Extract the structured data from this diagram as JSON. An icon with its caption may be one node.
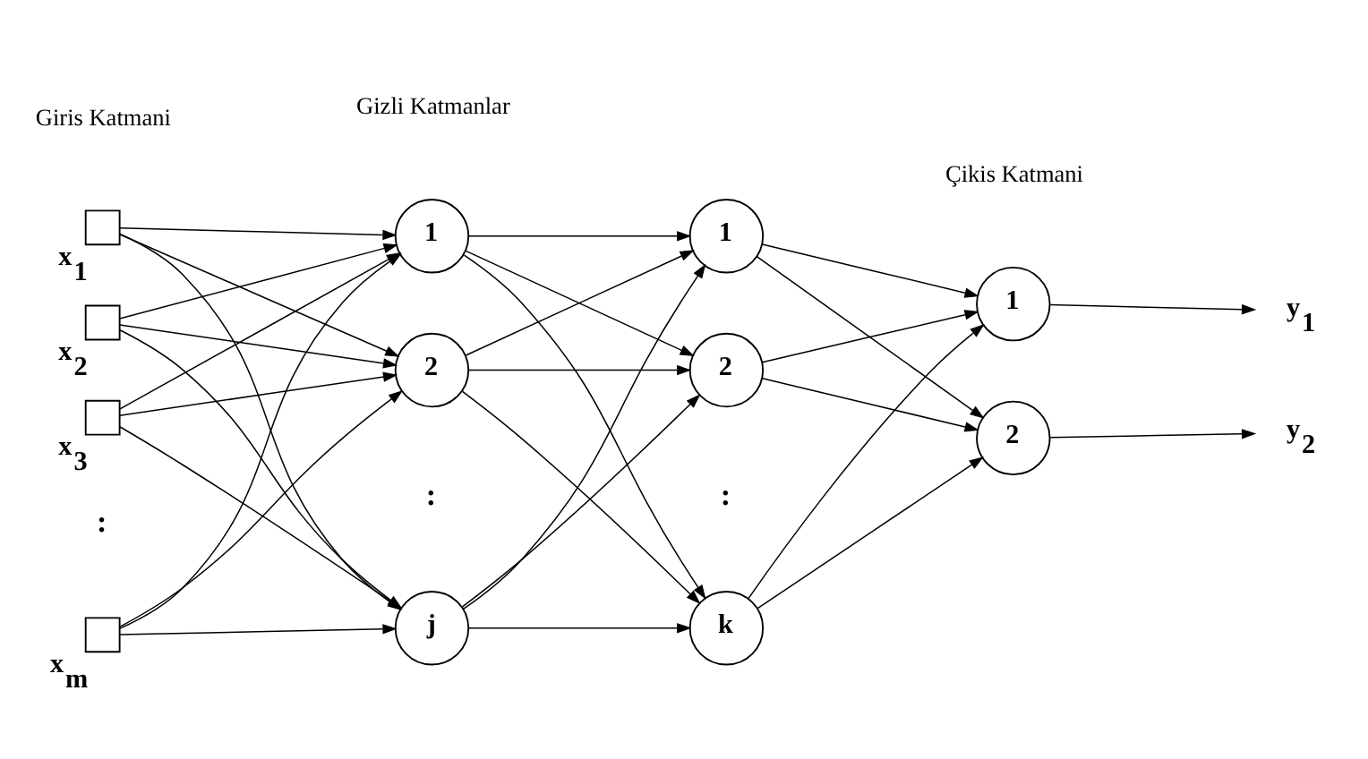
{
  "diagram": {
    "nodes": [
      {
        "text": [],
        "shape": "box",
        "beside": [
          "x$_{1}$"
        ]
      },
      {
        "text": [],
        "shape": "box",
        "beside": [
          "x$_{2}$"
        ]
      },
      {
        "text": [],
        "shape": "box",
        "beside": [
          "x$_{3}$"
        ]
      },
      {
        "text": [],
        "shape": "box",
        "beside": [
          "x$_{m}$"
        ]
      },
      {
        "text": [
          "1"
        ]
      },
      {
        "text": [
          "2"
        ]
      },
      {
        "text": [
          "j"
        ]
      },
      {
        "text": [
          "1"
        ]
      },
      {
        "text": [
          "2"
        ]
      },
      {
        "text": [
          "k"
        ]
      },
      {
        "text": [
          "1"
        ]
      },
      {
        "text": [
          "2"
        ]
      },
      {
        "text": [
          "y$_{1}$"
        ]
      },
      {
        "text": [
          "y$_{2}$"
        ]
      }
    ],
    "edges": [
      {
        "from": 0,
        "to": 4,
        "arrow": "to"
      },
      {
        "from": 0,
        "to": 5,
        "arrow": "to"
      },
      {
        "from": 0,
        "to": 6,
        "arrow": "to"
      },
      {
        "from": 1,
        "to": 4,
        "arrow": "to"
      },
      {
        "from": 1,
        "to": 5,
        "arrow": "to"
      },
      {
        "from": 1,
        "to": 6,
        "arrow": "to"
      },
      {
        "from": 2,
        "to": 4,
        "arrow": "to"
      },
      {
        "from": 2,
        "to": 5,
        "arrow": "to"
      },
      {
        "from": 2,
        "to": 6,
        "arrow": "to"
      },
      {
        "from": 3,
        "to": 4,
        "arrow": "to"
      },
      {
        "from": 3,
        "to": 5,
        "arrow": "to"
      },
      {
        "from": 3,
        "to": 6,
        "arrow": "to"
      },
      {
        "from": 4,
        "to": 7,
        "arrow": "to"
      },
      {
        "from": 4,
        "to": 8,
        "arrow": "to"
      },
      {
        "from": 4,
        "to": 9,
        "arrow": "to"
      },
      {
        "from": 5,
        "to": 7,
        "arrow": "to"
      },
      {
        "from": 5,
        "to": 8,
        "arrow": "to"
      },
      {
        "from": 5,
        "to": 9,
        "arrow": "to"
      },
      {
        "from": 6,
        "to": 7,
        "arrow": "to"
      },
      {
        "from": 6,
        "to": 8,
        "arrow": "to"
      },
      {
        "from": 6,
        "to": 9,
        "arrow": "to"
      },
      {
        "from": 7,
        "to": 10,
        "arrow": "to"
      },
      {
        "from": 7,
        "to": 11,
        "arrow": "to"
      },
      {
        "from": 8,
        "to": 10,
        "arrow": "to"
      },
      {
        "from": 8,
        "to": 11,
        "arrow": "to"
      },
      {
        "from": 9,
        "to": 10,
        "arrow": "to"
      },
      {
        "from": 9,
        "to": 11,
        "arrow": "to"
      },
      {
        "from": 10,
        "to": 12,
        "arrow": "to"
      },
      {
        "from": 11,
        "to": 13,
        "arrow": "to"
      }
    ],
    "labels": [
      "Giris Katmani",
      "Gizli Katmanlar",
      "Çikis Katmani",
      ":",
      ":",
      ":"
    ]
  }
}
